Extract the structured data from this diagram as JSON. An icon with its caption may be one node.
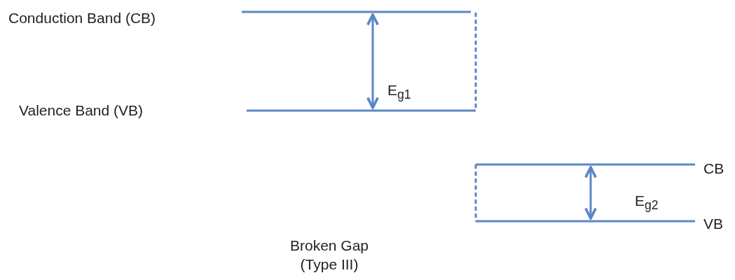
{
  "diagram": {
    "caption": "Broken Gap (Type III)",
    "labels": [
      "Conduction Band (CB)",
      "Valence Band (VB)",
      "E$_{g1}$",
      "CB",
      "E$_{g2}$",
      "VB"
    ]
  }
}
